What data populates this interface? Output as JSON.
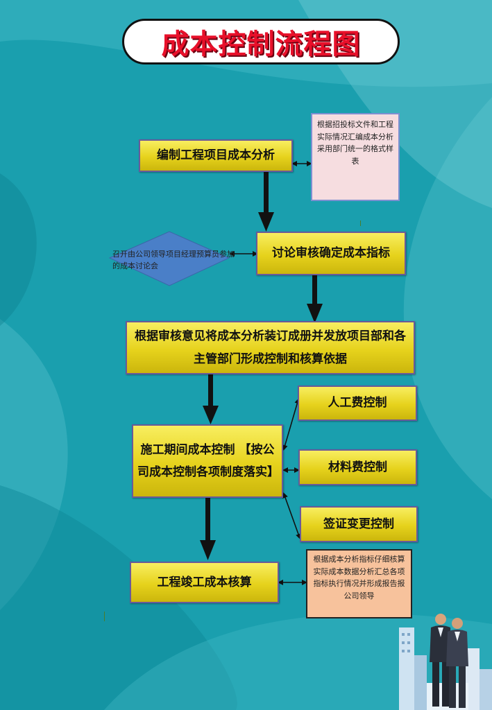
{
  "title": "成本控制流程图",
  "steps": [
    {
      "label": "编制工程项目成本分析"
    },
    {
      "label": "讨论审核确定成本指标"
    },
    {
      "label": "根据审核意见将成本分析装订成册并发放项目部和各主管部门形成控制和核算依据"
    },
    {
      "label": "施工期间成本控制 【按公司成本控制各项制度落实】"
    },
    {
      "label": "工程竣工成本核算"
    }
  ],
  "sub_controls": [
    {
      "label": "人工费控制"
    },
    {
      "label": "材料费控制"
    },
    {
      "label": "签证变更控制"
    }
  ],
  "notes": {
    "analysis_note": "根据招投标文件和工程实际情况汇编成本分析采用部门统一的格式样表",
    "meeting_note": "召开由公司领导项目经理预算员参加的成本讨论会",
    "report_note": "根据成本分析指标仔细核算实际成本数据分析汇总各项指标执行情况并形成报告报公司领导"
  },
  "colors": {
    "background": "#1a9fae",
    "title_text": "#e8102a",
    "box_fill": "#e6d21c",
    "box_border": "#6a5a99",
    "diamond_fill": "#4a7fc8",
    "note1_fill": "#f6dde0",
    "note2_fill": "#f7c29c"
  },
  "decorations": [
    "business-people-image",
    "city-skyline-image"
  ]
}
